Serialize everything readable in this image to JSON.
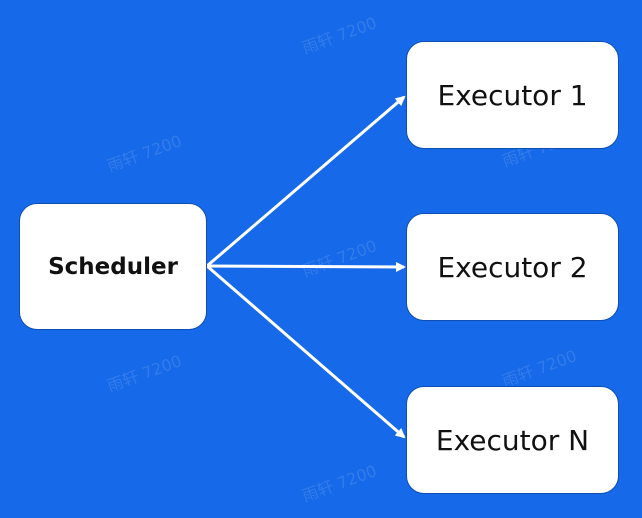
{
  "diagram": {
    "background_color": "#1669e8",
    "nodes": {
      "scheduler": "Scheduler",
      "executor_1": "Executor 1",
      "executor_2": "Executor 2",
      "executor_n": "Executor N"
    },
    "edges": [
      {
        "from": "Scheduler",
        "to": "Executor 1"
      },
      {
        "from": "Scheduler",
        "to": "Executor 2"
      },
      {
        "from": "Scheduler",
        "to": "Executor N"
      }
    ],
    "watermark": "雨轩 7200"
  }
}
